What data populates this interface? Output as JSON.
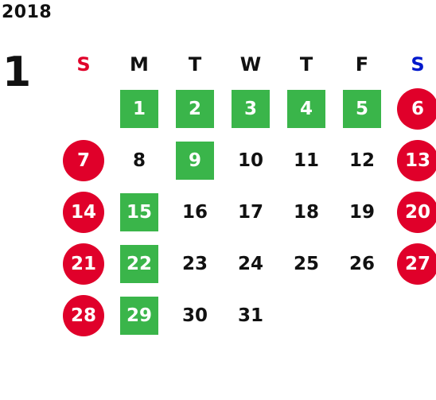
{
  "year": "2018",
  "month": "1",
  "colors": {
    "sunday_header": "#e0002a",
    "saturday_header": "#0018cc",
    "holiday_circle": "#e0002a",
    "highlight_box": "#3ab54a",
    "default_text": "#111111"
  },
  "weekdays": [
    {
      "label": "S",
      "kind": "sunday"
    },
    {
      "label": "M",
      "kind": "weekday"
    },
    {
      "label": "T",
      "kind": "weekday"
    },
    {
      "label": "W",
      "kind": "weekday"
    },
    {
      "label": "T",
      "kind": "weekday"
    },
    {
      "label": "F",
      "kind": "weekday"
    },
    {
      "label": "S",
      "kind": "saturday"
    }
  ],
  "weeks": [
    [
      null,
      {
        "d": "1",
        "style": "box"
      },
      {
        "d": "2",
        "style": "box"
      },
      {
        "d": "3",
        "style": "box"
      },
      {
        "d": "4",
        "style": "box"
      },
      {
        "d": "5",
        "style": "box"
      },
      {
        "d": "6",
        "style": "circle"
      }
    ],
    [
      {
        "d": "7",
        "style": "circle"
      },
      {
        "d": "8",
        "style": "plain"
      },
      {
        "d": "9",
        "style": "box"
      },
      {
        "d": "10",
        "style": "plain"
      },
      {
        "d": "11",
        "style": "plain"
      },
      {
        "d": "12",
        "style": "plain"
      },
      {
        "d": "13",
        "style": "circle"
      }
    ],
    [
      {
        "d": "14",
        "style": "circle"
      },
      {
        "d": "15",
        "style": "box"
      },
      {
        "d": "16",
        "style": "plain"
      },
      {
        "d": "17",
        "style": "plain"
      },
      {
        "d": "18",
        "style": "plain"
      },
      {
        "d": "19",
        "style": "plain"
      },
      {
        "d": "20",
        "style": "circle"
      }
    ],
    [
      {
        "d": "21",
        "style": "circle"
      },
      {
        "d": "22",
        "style": "box"
      },
      {
        "d": "23",
        "style": "plain"
      },
      {
        "d": "24",
        "style": "plain"
      },
      {
        "d": "25",
        "style": "plain"
      },
      {
        "d": "26",
        "style": "plain"
      },
      {
        "d": "27",
        "style": "circle"
      }
    ],
    [
      {
        "d": "28",
        "style": "circle"
      },
      {
        "d": "29",
        "style": "box"
      },
      {
        "d": "30",
        "style": "plain"
      },
      {
        "d": "31",
        "style": "plain"
      },
      null,
      null,
      null
    ]
  ]
}
